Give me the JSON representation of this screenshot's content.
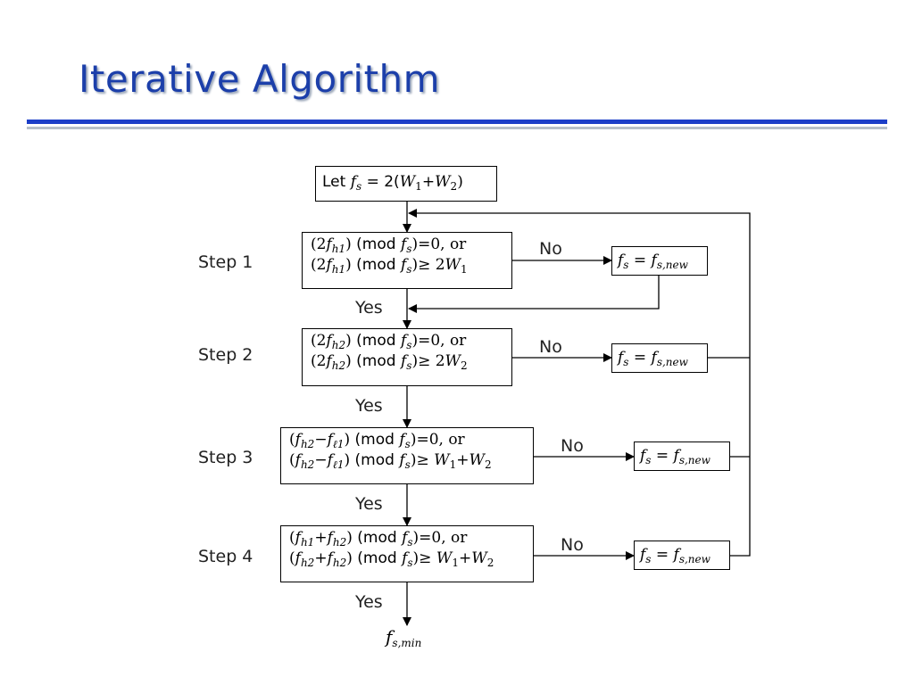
{
  "slide": {
    "title": "Iterative Algorithm"
  },
  "diagram": {
    "start": {
      "word": "Let",
      "sym": "f",
      "sub": "s",
      "eq": "= 2(",
      "w1": "W",
      "w1sub": "1",
      "plus": "+",
      "w2": "W",
      "w2sub": "2",
      "close": ")"
    },
    "steps": [
      {
        "label": "Step 1",
        "line1": {
          "a": "(2",
          "f": "f",
          "fsub": "h1",
          "b": ") ",
          "mod": "(mod",
          "fs": "f",
          "fssub": "s",
          "c": ")=0, or"
        },
        "line2": {
          "a": "(2",
          "f": "f",
          "fsub": "h1",
          "b": ") ",
          "mod": "(mod",
          "fs": "f",
          "fssub": "s",
          "c": ")≥ 2",
          "w": "W",
          "wsub": "1",
          "rest": ""
        }
      },
      {
        "label": "Step 2",
        "line1": {
          "a": "(2",
          "f": "f",
          "fsub": "h2",
          "b": ") ",
          "mod": "(mod",
          "fs": "f",
          "fssub": "s",
          "c": ")=0, or"
        },
        "line2": {
          "a": "(2",
          "f": "f",
          "fsub": "h2",
          "b": ") ",
          "mod": "(mod",
          "fs": "f",
          "fssub": "s",
          "c": ")≥ 2",
          "w": "W",
          "wsub": "2",
          "rest": ""
        }
      },
      {
        "label": "Step 3",
        "line1": {
          "a": "(",
          "f": "f",
          "fsub": "h2",
          "op": "−",
          "g": "f",
          "gsub": "ℓ1",
          "b": ") ",
          "mod": "(mod",
          "fs": "f",
          "fssub": "s",
          "c": ")=0, or"
        },
        "line2": {
          "a": "(",
          "f": "f",
          "fsub": "h2",
          "op": "−",
          "g": "f",
          "gsub": "ℓ1",
          "b": ") ",
          "mod": "(mod",
          "fs": "f",
          "fssub": "s",
          "c": ")≥ ",
          "w": "W",
          "wsub": "1",
          "rest": "+",
          "w2": "W",
          "w2sub": "2"
        }
      },
      {
        "label": "Step 4",
        "line1": {
          "a": "(",
          "f": "f",
          "fsub": "h1",
          "op": "+",
          "g": "f",
          "gsub": "h2",
          "b": ") ",
          "mod": "(mod",
          "fs": "f",
          "fssub": "s",
          "c": ")=0, or"
        },
        "line2": {
          "a": "(",
          "f": "f",
          "fsub": "h2",
          "op": "+",
          "g": "f",
          "gsub": "h2",
          "b": ") ",
          "mod": "(mod",
          "fs": "f",
          "fssub": "s",
          "c": ")≥ ",
          "w": "W",
          "wsub": "1",
          "rest": "+",
          "w2": "W",
          "w2sub": "2"
        }
      }
    ],
    "update": {
      "lhs": "f",
      "lhssub": "s",
      "eq": "=",
      "rhs": "f",
      "rhssub": "s,new"
    },
    "no_label": "No",
    "yes_label": "Yes",
    "final": {
      "sym": "f",
      "sub": "s,min"
    }
  }
}
